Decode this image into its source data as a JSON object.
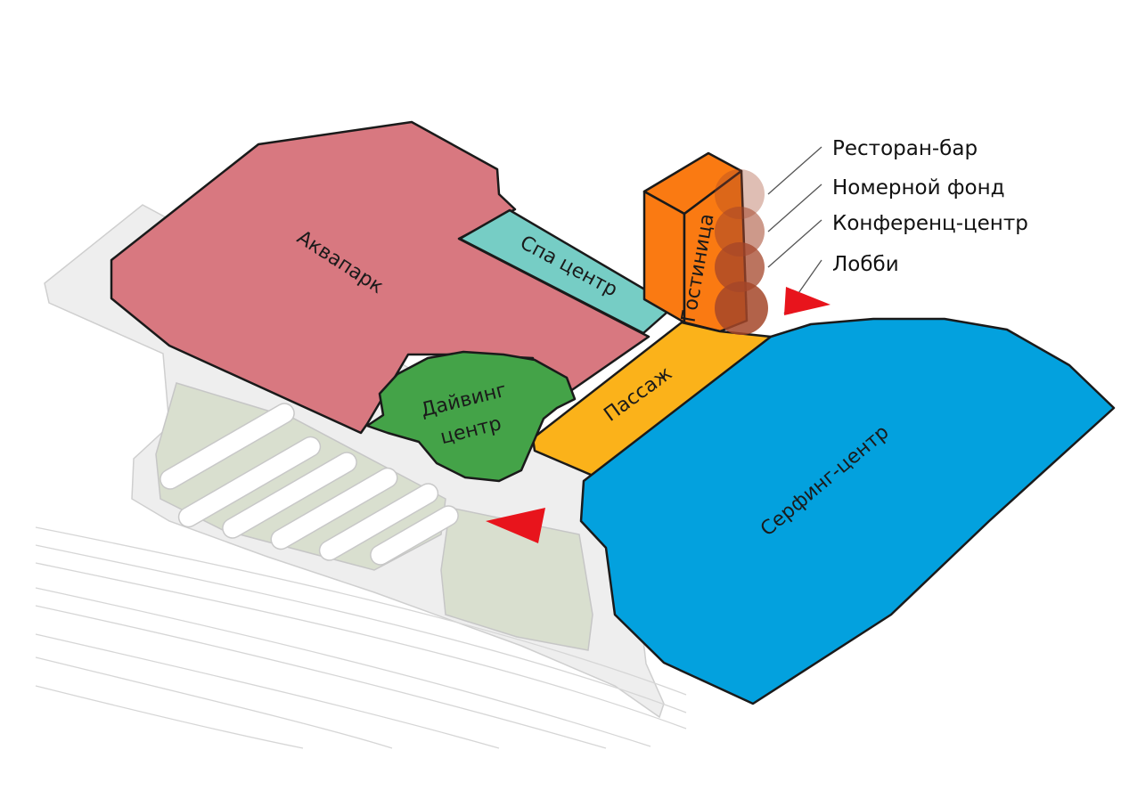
{
  "zones": {
    "aquapark": {
      "label": "Аквапарк",
      "color": "#d87880"
    },
    "spa": {
      "label": "Спа центр",
      "color": "#76cdc5"
    },
    "hotel": {
      "label": "Гостиница",
      "color": "#fa7a12"
    },
    "passage": {
      "label": "Пассаж",
      "color": "#fbb21a"
    },
    "diving": {
      "label_line1": "Дайвинг",
      "label_line2": "центр",
      "color": "#44a348"
    },
    "surfing": {
      "label": "Серфинг-центр",
      "color": "#03a1de"
    }
  },
  "hotel_floors": [
    {
      "label": "Ресторан-бар"
    },
    {
      "label": "Номерной фонд"
    },
    {
      "label": "Конференц-центр"
    },
    {
      "label": "Лобби"
    }
  ],
  "entrance_color": "#e8141c",
  "floor_marker_color": "#a44629"
}
